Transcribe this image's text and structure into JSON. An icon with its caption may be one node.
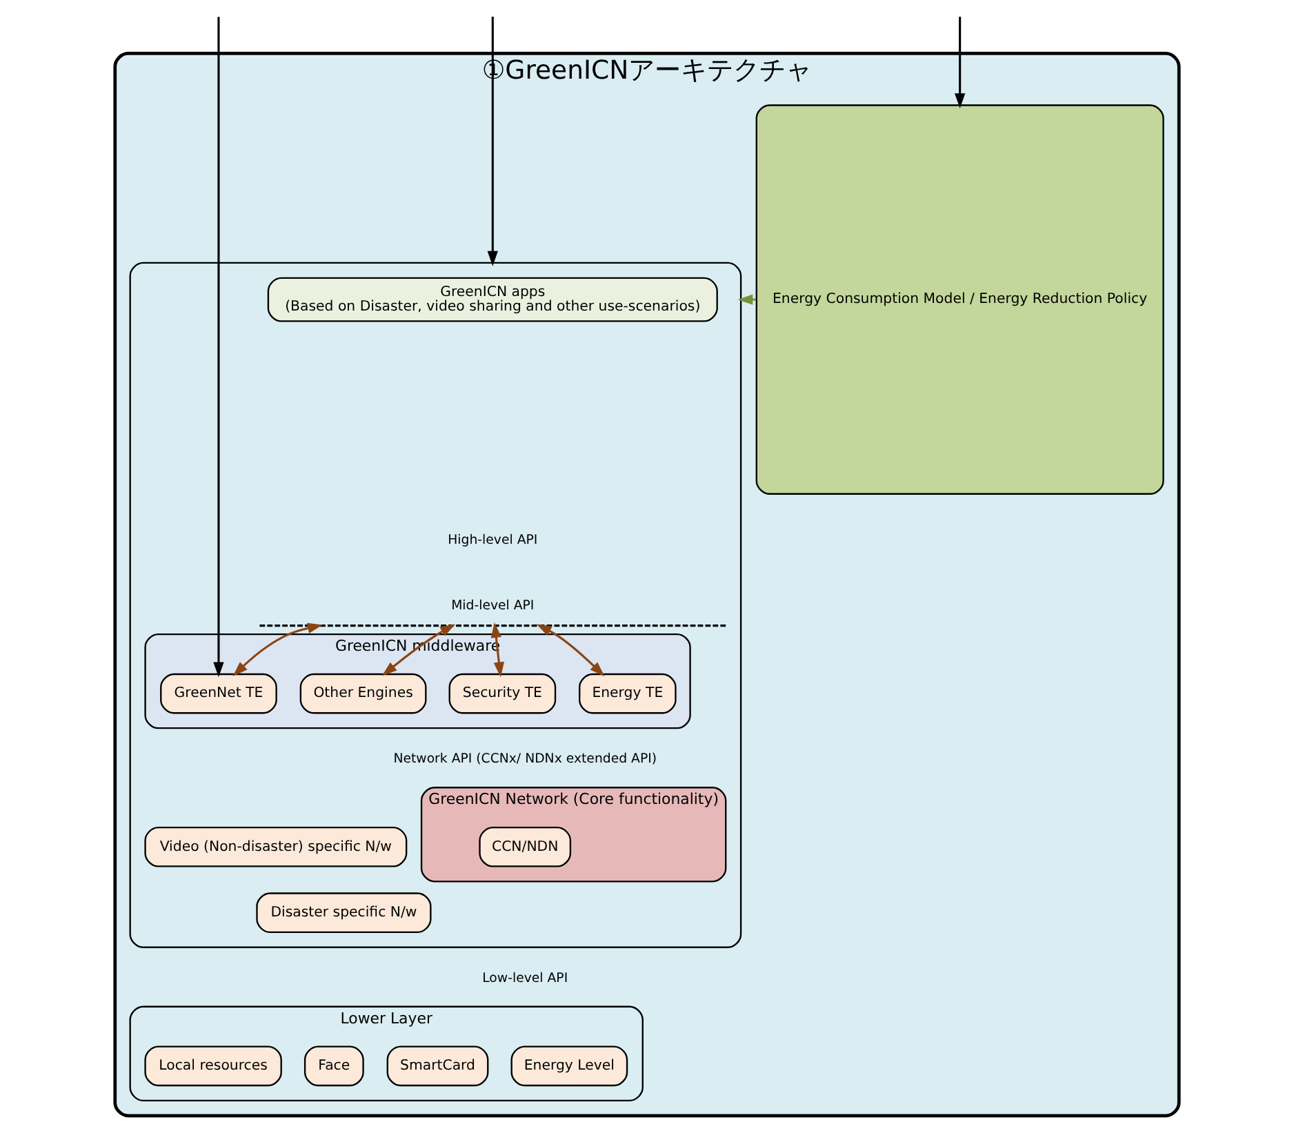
{
  "diagram": {
    "nodes": [
      {
        "text": [
          "①GreenICNアーキテクチャ"
        ]
      },
      {
        "text": [
          "Energy Consumption Model / Energy Reduction Policy"
        ],
        "in": 0
      },
      {
        "text": [],
        "shape": "box",
        "in": 0
      },
      {
        "text": [
          "GreenICN apps",
          "(Based on Disaster, video sharing and other use-scenarios)"
        ],
        "in": 2
      },
      {
        "text": [
          "GreenICN middleware"
        ],
        "in": 2
      },
      {
        "text": [
          "Energy TE"
        ],
        "in": 4
      },
      {
        "text": [
          "Security TE"
        ],
        "in": 4
      },
      {
        "text": [
          "Other Engines"
        ],
        "in": 4
      },
      {
        "text": [
          "GreenNet TE"
        ],
        "in": 4
      },
      {
        "text": [
          "GreenICN Network (Core functionality)"
        ],
        "in": 2
      },
      {
        "text": [
          "Video (Non-disaster) specific N/w"
        ],
        "in": 2
      },
      {
        "text": [
          "Disaster specific N/w"
        ],
        "in": 2
      },
      {
        "text": [
          "CCN/NDN"
        ],
        "in": 9
      },
      {
        "text": [
          "Lower Layer"
        ],
        "in": 0
      },
      {
        "text": [
          "Energy Level"
        ],
        "in": 13
      },
      {
        "text": [
          "SmartCard"
        ],
        "in": 13
      },
      {
        "text": [
          "Face"
        ],
        "in": 13
      },
      {
        "text": [
          "Local resources"
        ],
        "in": 13
      },
      {
        "text": [
          "Mid-level API"
        ],
        "in": 2
      }
    ],
    "edges": [
      {
        "from": null,
        "to": 2,
        "arrow": "to",
        "color": "#000000"
      },
      {
        "from": null,
        "to": 1,
        "arrow": "to",
        "color": "#000000"
      },
      {
        "from": 18,
        "to": 5,
        "arrow": "both",
        "color": "#8b4513"
      },
      {
        "from": 18,
        "to": 6,
        "arrow": "both",
        "color": "#8b4513"
      },
      {
        "from": 18,
        "to": 7,
        "arrow": "both",
        "color": "#8b4513"
      },
      {
        "from": 18,
        "to": 8,
        "arrow": "both",
        "color": "#8b4513"
      },
      {
        "from": null,
        "to": 8,
        "arrow": "to",
        "color": "#000000"
      },
      {
        "from": 1,
        "to": 2,
        "arrow": "to",
        "style": "dashed",
        "color": "#77933c"
      }
    ],
    "labels": [
      "High-level API",
      "Network API (CCNx/ NDNx extended API)",
      "Low-level API"
    ]
  }
}
